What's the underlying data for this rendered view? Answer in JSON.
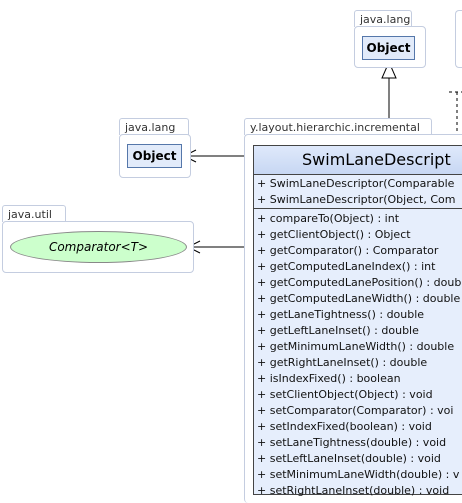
{
  "packages": {
    "top_lang": "java.lang",
    "left_lang": "java.lang",
    "util": "java.util",
    "incremental": "y.layout.hierarchic.incremental"
  },
  "classes": {
    "object_top": "Object",
    "object_left": "Object",
    "comparator": "Comparator<T>",
    "main": "SwimLaneDescript"
  },
  "constructors": [
    "+ SwimLaneDescriptor(Comparable",
    "+ SwimLaneDescriptor(Object, Com"
  ],
  "methods": [
    "+ compareTo(Object) : int",
    "+ getClientObject() : Object",
    "+ getComparator() : Comparator",
    "+ getComputedLaneIndex() : int",
    "+ getComputedLanePosition() : doub",
    "+ getComputedLaneWidth() : double",
    "+ getLaneTightness() : double",
    "+ getLeftLaneInset() : double",
    "+ getMinimumLaneWidth() : double",
    "+ getRightLaneInset() : double",
    "+ isIndexFixed() : boolean",
    "+ setClientObject(Object) : void",
    "+ setComparator(Comparator) : voi",
    "+ setIndexFixed(boolean) : void",
    "+ setLaneTightness(double) : void",
    "+ setLeftLaneInset(double) : void",
    "+ setMinimumLaneWidth(double) : v",
    "+ setRightLaneInset(double) : void"
  ],
  "colors": {
    "package_border": "#c4cde0",
    "class_fill": "#e6eefc",
    "interface_fill": "#ccffcc"
  }
}
